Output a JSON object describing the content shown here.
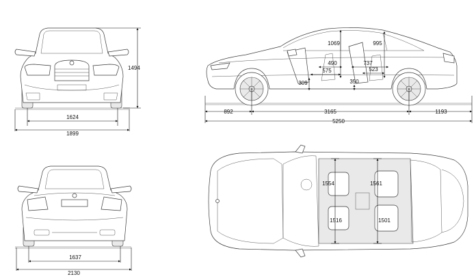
{
  "views": {
    "front": {
      "track_width": "1624",
      "overall_width": "1899",
      "height": "1494"
    },
    "side": {
      "front_overhang": "892",
      "wheelbase": "3165",
      "rear_overhang": "1193",
      "overall_length": "5250",
      "front_headroom": "1069",
      "rear_headroom": "995",
      "front_seat_depth": "490",
      "front_legroom": "575",
      "rear_legroom": "737",
      "rear_seat_depth": "523",
      "front_seat_height": "309",
      "rear_seat_height": "350"
    },
    "rear": {
      "track_width": "1637",
      "width_with_mirrors": "2130"
    },
    "top": {
      "front_shoulder_width": "1554",
      "rear_shoulder_width": "1561",
      "front_elbow_width": "1516",
      "rear_elbow_width": "1501"
    }
  }
}
